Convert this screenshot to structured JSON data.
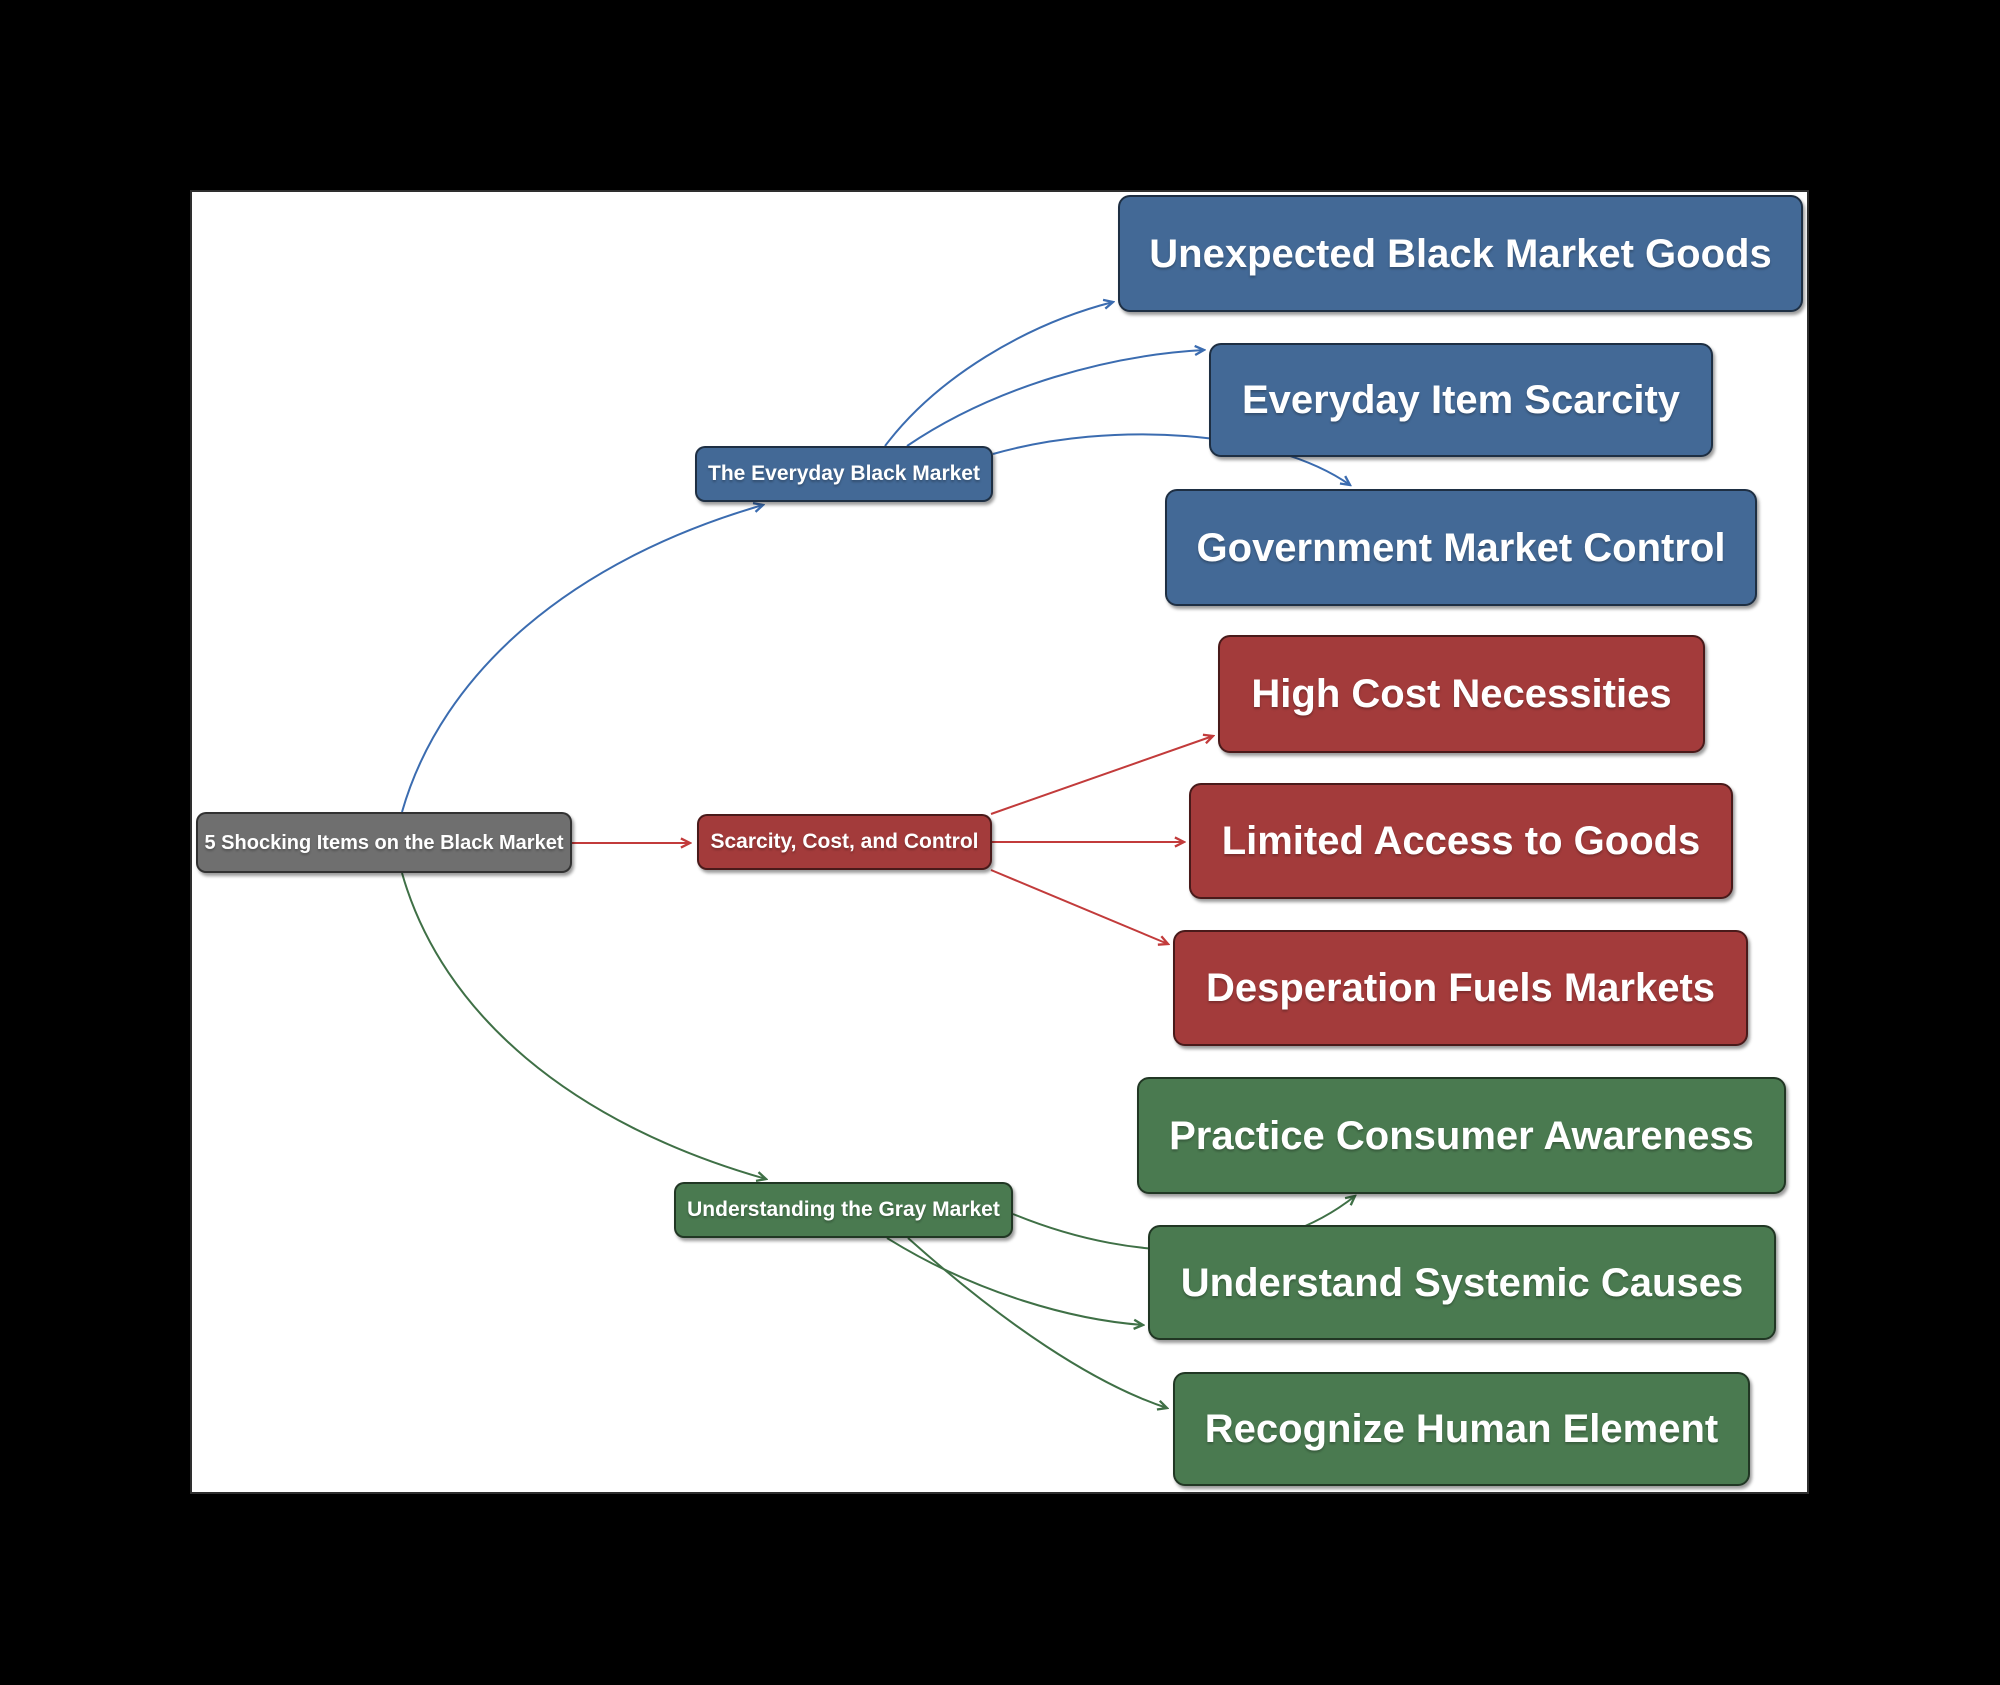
{
  "colors": {
    "background": "#000000",
    "surface": "#FFFFFF",
    "text": "#FFFFFF",
    "root_fill": "#6F6F6F",
    "blue_fill": "#436996",
    "red_fill": "#A33B3B",
    "green_fill": "#4A7A50",
    "blue_edge": "#3B6CB0",
    "red_edge": "#C23B3B",
    "green_edge": "#3F7046"
  },
  "root": {
    "label": "5 Shocking Items on the Black Market",
    "fill": "#6F6F6F"
  },
  "branches": [
    {
      "label": "The Everyday Black Market",
      "fill": "#436996",
      "edge_color": "#3B6CB0",
      "children": [
        "Unexpected Black Market Goods",
        "Everyday Item Scarcity",
        "Government Market Control"
      ]
    },
    {
      "label": "Scarcity, Cost, and Control",
      "fill": "#A33B3B",
      "edge_color": "#C23B3B",
      "children": [
        "High Cost Necessities",
        "Limited Access to Goods",
        "Desperation Fuels Markets"
      ]
    },
    {
      "label": "Understanding the Gray Market",
      "fill": "#4A7A50",
      "edge_color": "#3F7046",
      "children": [
        "Practice Consumer Awareness",
        "Understand Systemic Causes",
        "Recognize Human Element"
      ]
    }
  ]
}
